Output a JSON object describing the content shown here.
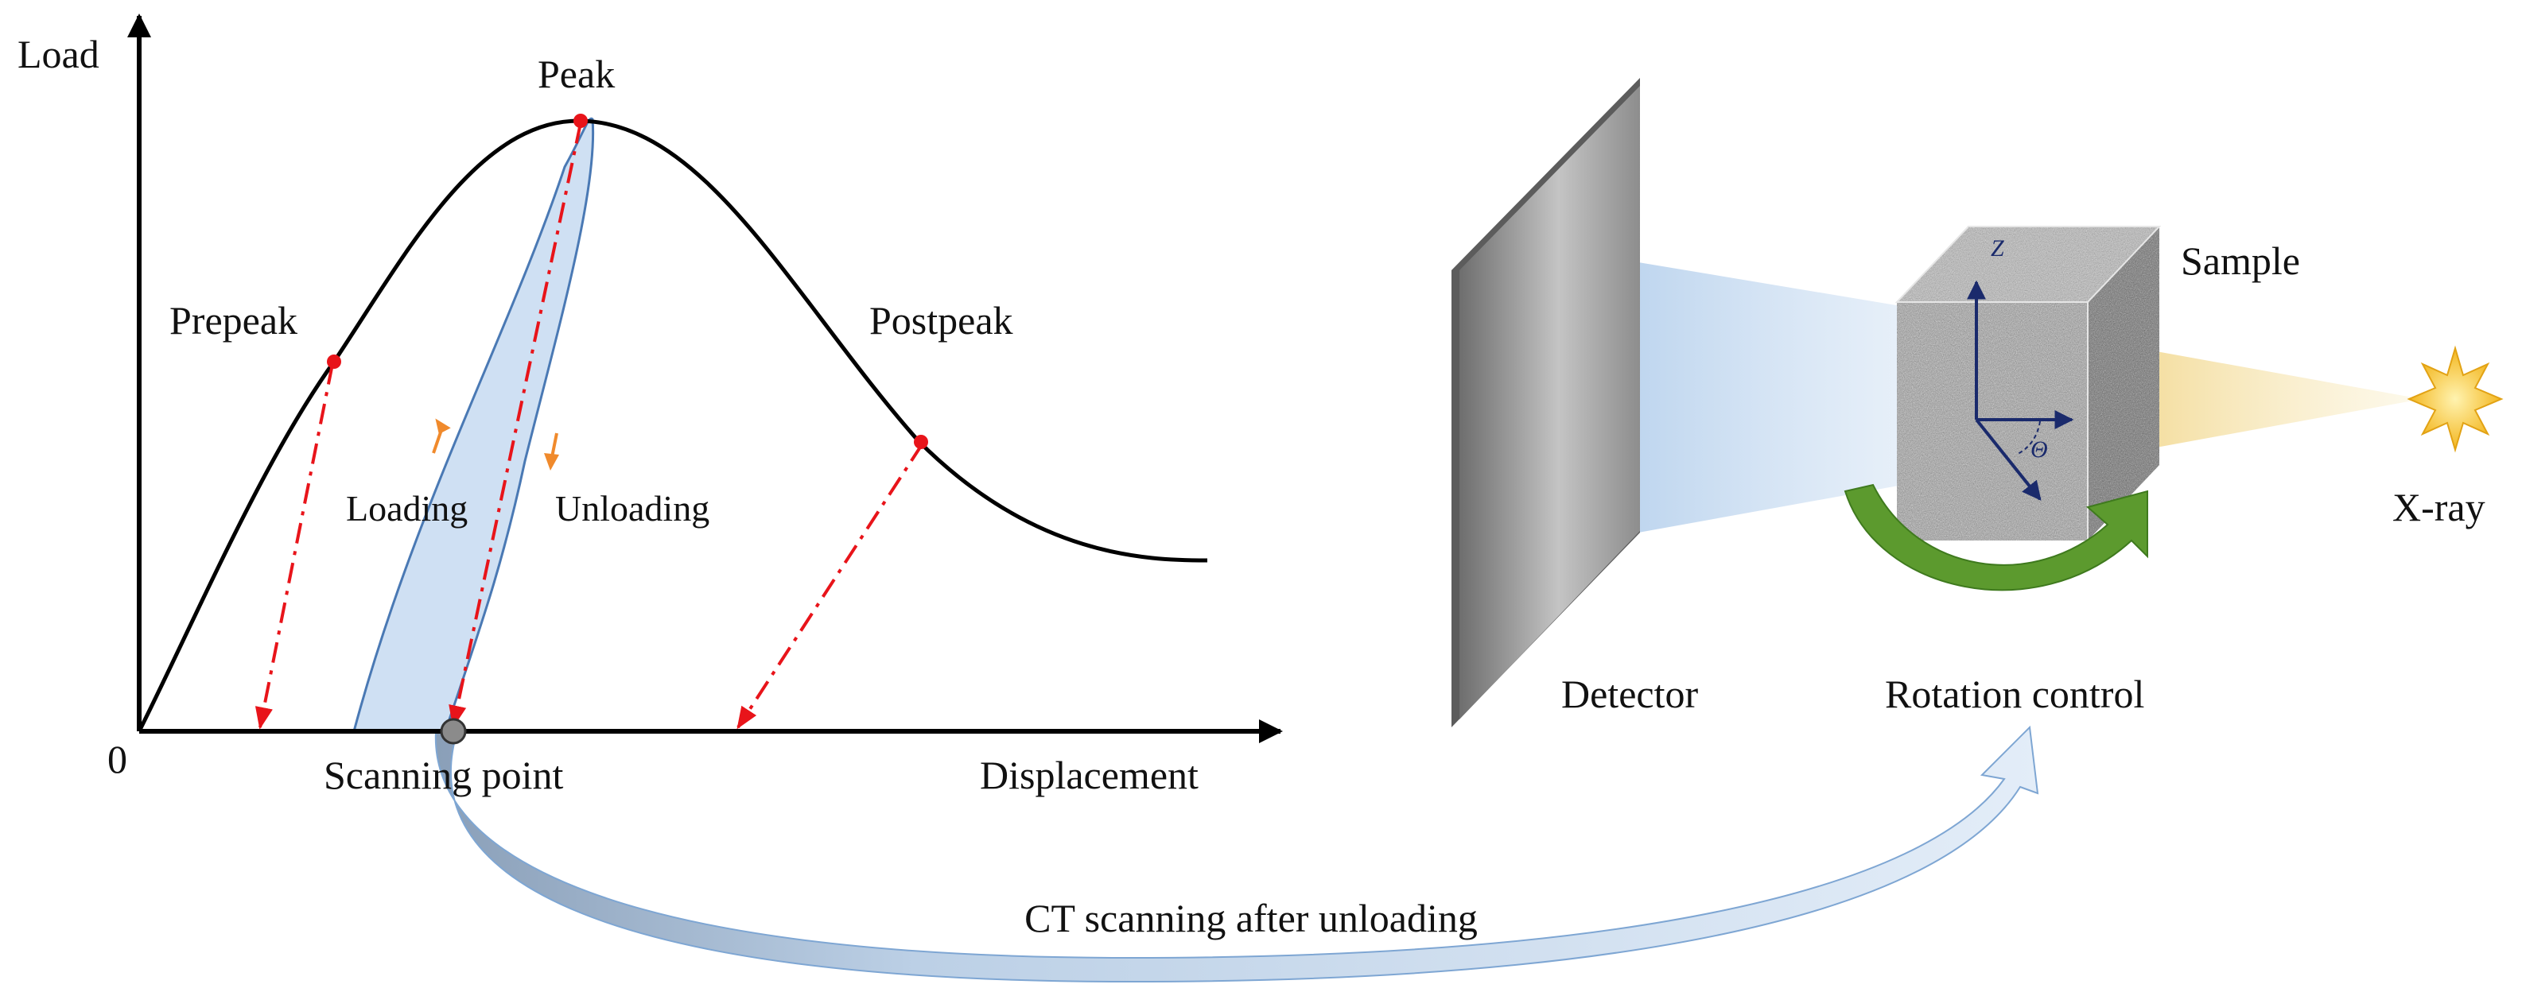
{
  "load_diagram": {
    "y_axis_label": "Load",
    "x_axis_label": "Displacement",
    "origin_label": "0",
    "points": {
      "peak": "Peak",
      "prepeak": "Prepeak",
      "postpeak": "Postpeak"
    },
    "loading_label": "Loading",
    "unloading_label": "Unloading",
    "scanning_point_label": "Scanning point"
  },
  "ct_setup": {
    "detector_label": "Detector",
    "sample_label": "Sample",
    "xray_label": "X-ray",
    "rotation_label": "Rotation control",
    "axis_z_label": "Z",
    "axis_theta_label": "Θ"
  },
  "connector_label": "CT scanning after unloading",
  "colors": {
    "curve": "#000000",
    "marker": "#e8141a",
    "loop_fill": "#cfe0f3",
    "loop_stroke": "#4a79b4",
    "loading_arrow": "#f08a2c",
    "rotation_arrow": "#5c9a2e",
    "beam_blue": "#bcd4ee",
    "beam_yellow": "#f7e7b4",
    "xray_star": "#f6c22c",
    "axis_vectors": "#1a2a6c"
  }
}
